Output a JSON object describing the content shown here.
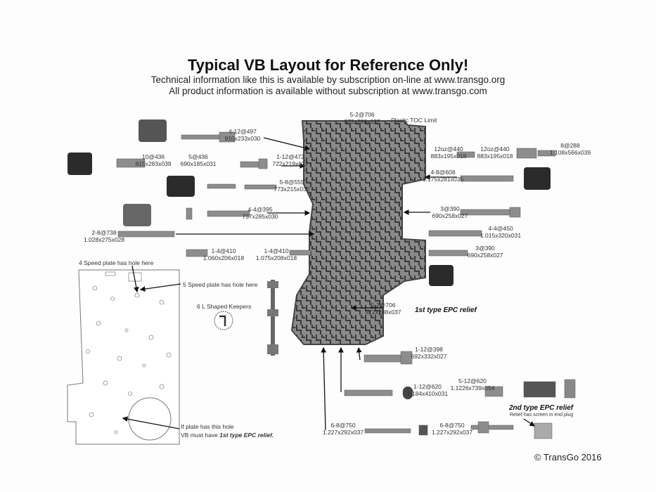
{
  "header": {
    "title": "Typical VB Layout for Reference Only!",
    "line1": "Technical information like this is available by subscription on-line at www.transgo.org",
    "line2": "All product information is available without subscription at www.transgo.com"
  },
  "springs": [
    {
      "rate": "4-12@497",
      "dims": "910x233x030"
    },
    {
      "rate": "10@436",
      "dims": "815x283x039"
    },
    {
      "rate": "5@436",
      "dims": "690x185x031"
    },
    {
      "rate": "1-12@472",
      "dims": "722x219x022"
    },
    {
      "rate": "5-8@555",
      "dims": "773x215x032"
    },
    {
      "rate": "4-4@395",
      "dims": "737x285x030"
    },
    {
      "rate": "2-8@738",
      "dims": "1.028x275x028"
    },
    {
      "rate": "1-4@410",
      "dims": "1.060x206x018"
    },
    {
      "rate": "1-4@410",
      "dims": "1.075x208x018"
    },
    {
      "rate": "5-2@706",
      "dims": "972x288x037"
    },
    {
      "rate": "12oz@440",
      "dims": "883x195x018"
    },
    {
      "rate": "12oz@440",
      "dims": "883x195x018"
    },
    {
      "rate": "8@288",
      "dims": "1.108x566x039"
    },
    {
      "rate": "4-8@608",
      "dims": "1.175x281x035"
    },
    {
      "rate": "3@390",
      "dims": "690x258x027"
    },
    {
      "rate": "4-4@450",
      "dims": "1.015x320x031"
    },
    {
      "rate": "3@390",
      "dims": "690x258x027"
    },
    {
      "rate": "5-2@706",
      "dims": "972x288x037"
    },
    {
      "rate": "1-12@398",
      "dims": "692x332x027"
    },
    {
      "rate": "1-12@620",
      "dims": "1.184x410x031"
    },
    {
      "rate": "5-12@620",
      "dims": "1.1226x739x054"
    },
    {
      "rate": "6-8@750",
      "dims": "1.227x292x037"
    },
    {
      "rate": "6-8@750",
      "dims": "1.227x292x037"
    }
  ],
  "notes": {
    "plastic_toc": "Plastic TOC Limit",
    "first_epc": "1st type EPC relief",
    "second_epc": "2nd type EPC relief",
    "second_epc_sub": "Relief has screen in end plug",
    "four_speed": "4 Speed plate has hole here",
    "five_speed": "5 Speed plate has hole here",
    "keepers": "6 L Shaped Keepers",
    "plate_hole_1": "If plate has this hole",
    "plate_hole_2a": "VB must have ",
    "plate_hole_2b": "1st type EPC relief.",
    "copyright": "© TransGo 2016"
  }
}
